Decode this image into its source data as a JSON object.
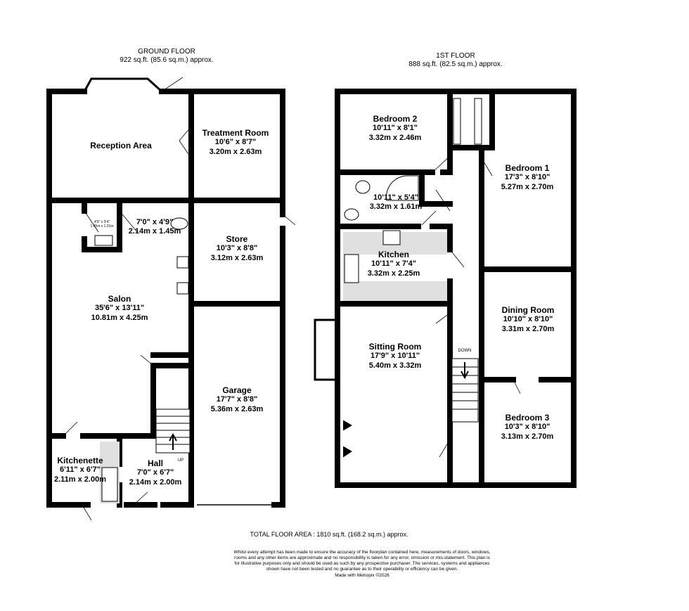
{
  "ground_floor": {
    "title": "GROUND FLOOR",
    "area": "922 sq.ft. (85.6 sq.m.) approx.",
    "rooms": [
      {
        "name": "Reception Area",
        "imperial": "",
        "metric": ""
      },
      {
        "name": "Treatment Room",
        "imperial": "10'6\" x 8'7\"",
        "metric": "3.20m x 2.63m"
      },
      {
        "name": "",
        "imperial": "4'9\" x 3'4\"",
        "metric": "1.45m x 1.01m"
      },
      {
        "name": "",
        "imperial": "7'0\" x 4'9\"",
        "metric": "2.14m x 1.45m"
      },
      {
        "name": "Store",
        "imperial": "10'3\" x 8'8\"",
        "metric": "3.12m x 2.63m"
      },
      {
        "name": "Salon",
        "imperial": "35'6\" x 13'11\"",
        "metric": "10.81m x 4.25m"
      },
      {
        "name": "Garage",
        "imperial": "17'7\" x 8'8\"",
        "metric": "5.36m x 2.63m"
      },
      {
        "name": "Kitchenette",
        "imperial": "6'11\" x 6'7\"",
        "metric": "2.11m x 2.00m"
      },
      {
        "name": "Hall",
        "imperial": "7'0\" x 6'7\"",
        "metric": "2.14m x 2.00m"
      }
    ],
    "stair_label": "UP"
  },
  "first_floor": {
    "title": "1ST FLOOR",
    "area": "888 sq.ft. (82.5 sq.m.) approx.",
    "rooms": [
      {
        "name": "Bedroom 2",
        "imperial": "10'11\" x 8'1\"",
        "metric": "3.32m x 2.46m"
      },
      {
        "name": "",
        "imperial": "10'11\" x 5'4\"",
        "metric": "3.32m x 1.61m"
      },
      {
        "name": "Bedroom 1",
        "imperial": "17'3\" x 8'10\"",
        "metric": "5.27m x 2.70m"
      },
      {
        "name": "Kitchen",
        "imperial": "10'11\" x 7'4\"",
        "metric": "3.32m x 2.25m"
      },
      {
        "name": "Dining Room",
        "imperial": "10'10\" x 8'10\"",
        "metric": "3.31m x 2.70m"
      },
      {
        "name": "Sitting Room",
        "imperial": "17'9\" x 10'11\"",
        "metric": "5.40m x 3.32m"
      },
      {
        "name": "Bedroom 3",
        "imperial": "10'3\" x 8'10\"",
        "metric": "3.13m x 2.70m"
      }
    ],
    "stair_label": "DOWN"
  },
  "total_area": "TOTAL FLOOR AREA : 1810 sq.ft. (168.2 sq.m.) approx.",
  "disclaimer": "Whilst every attempt has been made to ensure the accuracy of the floorplan contained here, measurements of doors, windows, rooms and any other items are approximate and no responsibility is taken for any error, omission or mis-statement. This plan is for illustrative purposes only and should be used as such by any prospective purchaser. The services, systems and appliances shown have not been tested and no guarantee as to their operability or efficiency can be given.",
  "credit": "Made with Metropix ©2026",
  "colors": {
    "wall": "#000000",
    "worktop": "#e0e0e0"
  }
}
